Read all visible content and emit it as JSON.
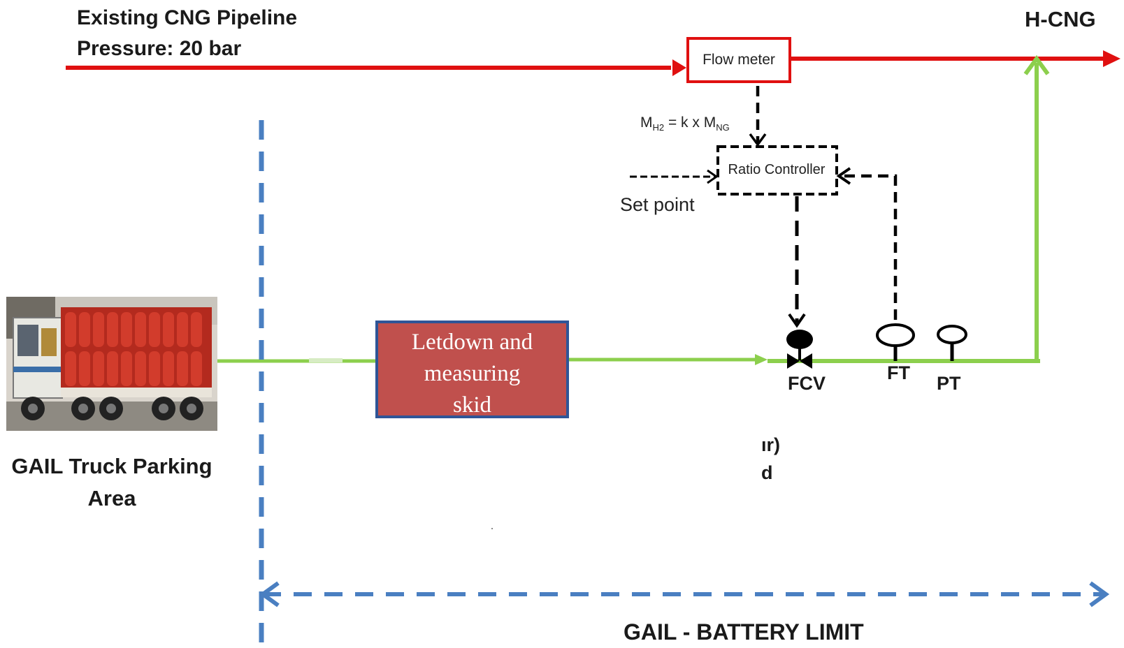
{
  "pipeline": {
    "title_line1": "Existing CNG Pipeline",
    "title_line2": "Pressure: 20 bar"
  },
  "outlet": {
    "label": "H-CNG"
  },
  "flow_meter": {
    "label": "Flow meter"
  },
  "ratio_controller": {
    "label": "Ratio Controller",
    "equation": {
      "lhs": "M",
      "lhs_sub": "H2",
      "mid": " = k x M",
      "rhs_sub": "NG"
    },
    "setpoint_label": "Set point"
  },
  "skid": {
    "line1": "Letdown and",
    "line2": "measuring",
    "line3": "skid"
  },
  "truck": {
    "label_line1": "GAIL Truck Parking",
    "label_line2": "Area"
  },
  "instruments": {
    "fcv": "FCV",
    "ft": "FT",
    "pt": "PT"
  },
  "fragments": {
    "line1": "ır)",
    "line2": "d"
  },
  "battery_limit": {
    "label": "GAIL - BATTERY LIMIT"
  },
  "colors": {
    "pipeline_red": "#e01010",
    "hydrogen_green": "#8ccf4d",
    "boundary_blue": "#4a7fc1",
    "control_black": "#000000",
    "skid_fill": "#c0504d",
    "skid_border": "#2f5597"
  }
}
